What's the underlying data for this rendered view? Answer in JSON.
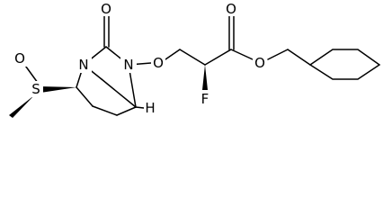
{
  "molecule": {
    "atoms": {
      "carbonyl_oxygen": "O",
      "bridge_nitrogen": "N",
      "n_oxy_nitrogen": "N",
      "ether_oxygen": "O",
      "sulfoxide_oxygen": "O",
      "sulfur": "S",
      "bridgehead_hydrogen": "H",
      "fluorine": "F",
      "ester_carbonyl_oxygen": "O",
      "ester_oxygen": "O"
    }
  }
}
